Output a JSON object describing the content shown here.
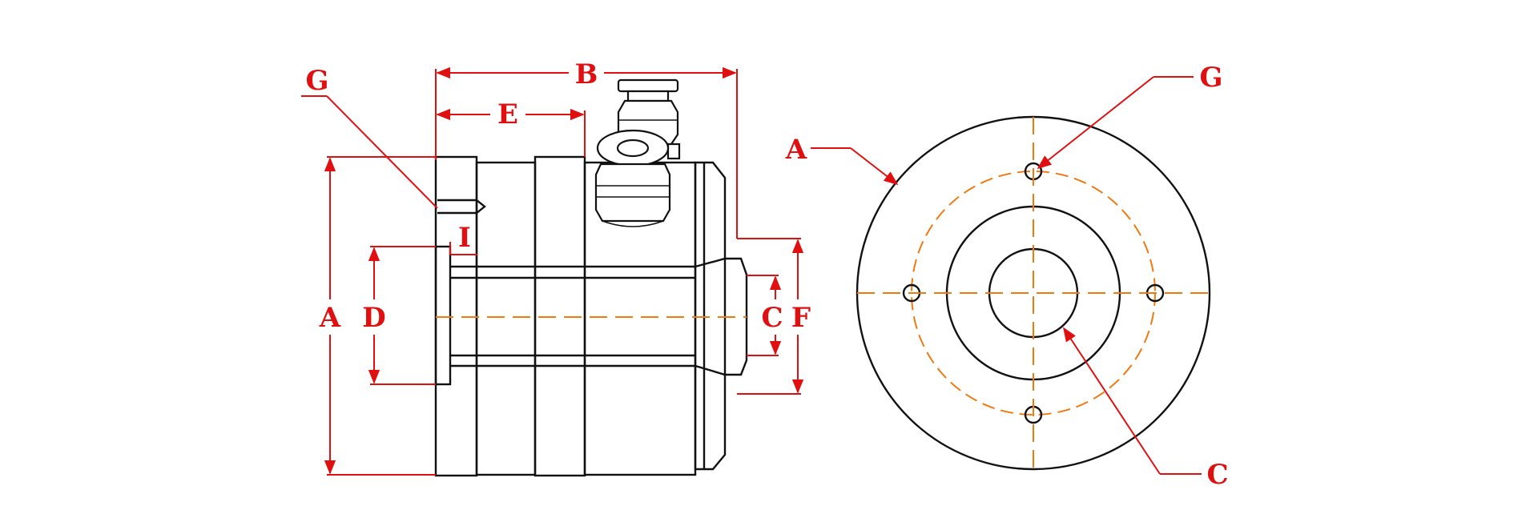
{
  "side_view": {
    "labels": {
      "a": "A",
      "b": "B",
      "c": "C",
      "d": "D",
      "e": "E",
      "f": "F",
      "g": "G",
      "i": "I"
    }
  },
  "front_view": {
    "labels": {
      "a": "A",
      "c": "C",
      "g": "G"
    }
  },
  "colors": {
    "dimension": "#e01010",
    "centerline": "#f07a10",
    "outline": "#111111"
  }
}
